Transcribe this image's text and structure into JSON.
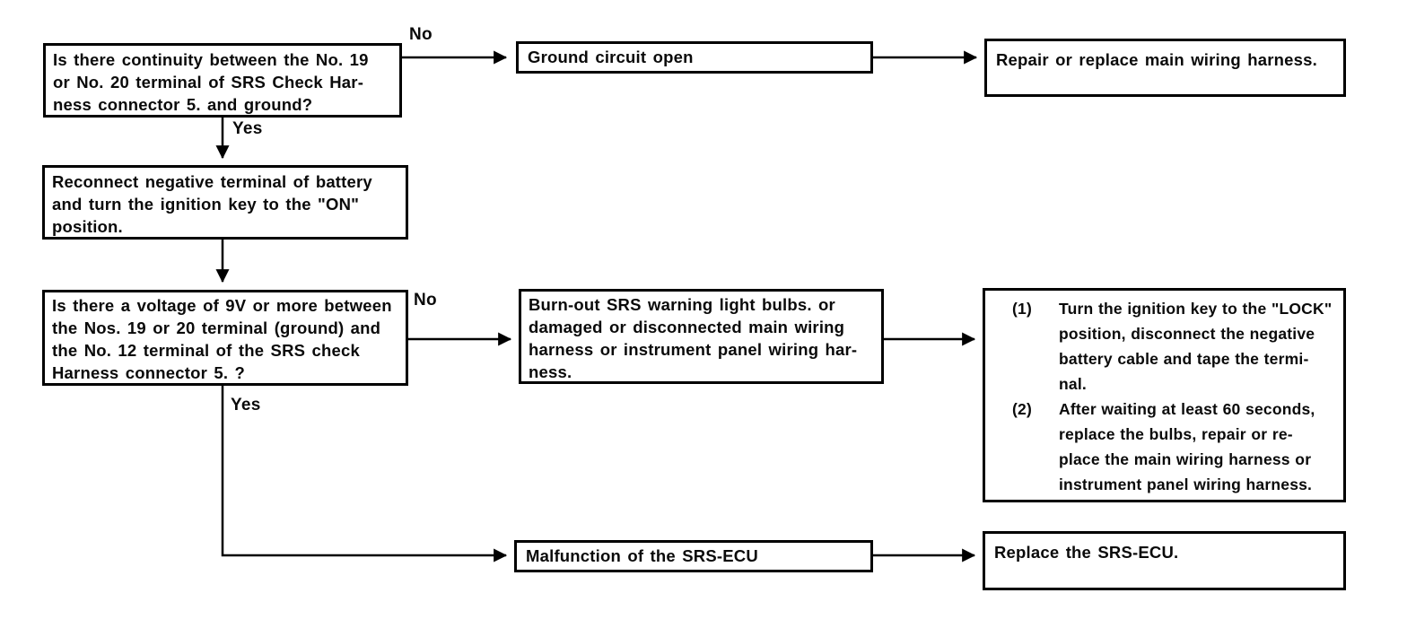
{
  "page": {
    "background": "#ffffff",
    "ink": "#000000"
  },
  "flowchart": {
    "row1": {
      "question": "Is there continuity between the No. 19\nor No. 20 terminal of SRS Check Har-\nness connector 5. and ground?",
      "branch_no_label": "No",
      "branch_yes_label": "Yes",
      "cause": "Ground circuit open",
      "remedy": "Repair or replace main wiring harness."
    },
    "row2": {
      "action": "Reconnect negative terminal of battery\nand turn the ignition key to the \"ON\"\nposition."
    },
    "row3": {
      "question": "Is there a voltage of 9V or more between\nthe Nos. 19 or 20 terminal (ground) and\nthe No. 12 terminal of the SRS check\nHarness connector 5. ?",
      "branch_no_label": "No",
      "branch_yes_label": "Yes",
      "cause": "Burn-out SRS warning light bulbs. or\ndamaged or disconnected main wiring\nharness or instrument panel wiring har-\nness.",
      "remedy_steps": [
        {
          "num": "(1)",
          "text": "Turn the ignition key to the \"LOCK\"\nposition, disconnect the negative\nbattery cable and tape the termi-\nnal."
        },
        {
          "num": "(2)",
          "text": "After waiting at least 60 seconds,\nreplace the bulbs, repair or re-\nplace the main wiring harness or\ninstrument panel wiring harness."
        }
      ]
    },
    "row4": {
      "cause": "Malfunction of the SRS-ECU",
      "remedy": "Replace the SRS-ECU."
    }
  }
}
